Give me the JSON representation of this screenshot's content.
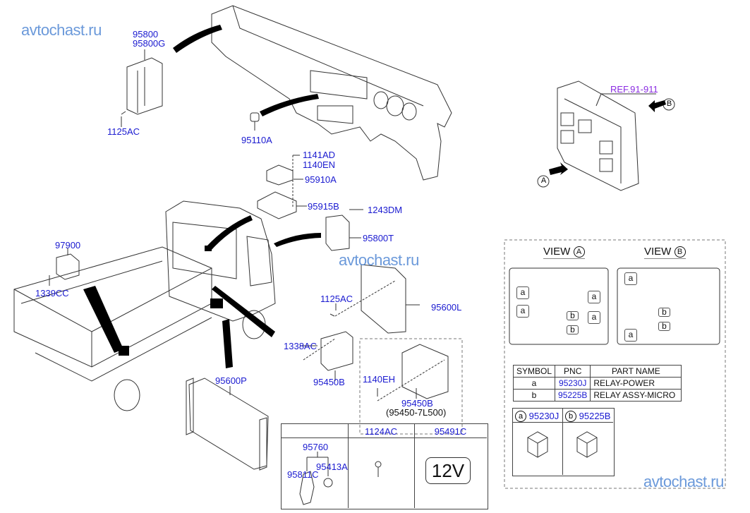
{
  "watermarks": [
    "avtochast.ru",
    "avtochast.ru",
    "avtochast.ru"
  ],
  "labels": {
    "bcm": "95800",
    "bcm_alt": "95800G",
    "bolt_bcm": "1125AC",
    "switch": "95110A",
    "bolt_a": "1141AD",
    "bolt_b": "1140EN",
    "module": "95910A",
    "bracket": "95915B",
    "screw": "1243DM",
    "sensor": "95800T",
    "buzzer": "97900",
    "nut_buzzer": "1339CC",
    "bolt_bracket": "1125AC",
    "bracket_large": "95600L",
    "nut_ecu": "1338AC",
    "ecu": "95450B",
    "bolt_ecu_alt": "1140EH",
    "ecu_alt": "95450B",
    "ecu_alt_pn": "(95450-7L500)",
    "bracket_panel": "95600P"
  },
  "junction_box": {
    "ref": "REF.91-911",
    "view_a_marker": "A",
    "view_b_marker": "B"
  },
  "views": {
    "view_a_title": "VIEW",
    "view_a_symbol": "A",
    "view_b_title": "VIEW",
    "view_b_symbol": "B",
    "slot_a": "a",
    "slot_b": "b"
  },
  "parts_table": {
    "headers": [
      "SYMBOL",
      "PNC",
      "PART NAME"
    ],
    "rows": [
      {
        "symbol": "a",
        "pnc": "95230J",
        "name": "RELAY-POWER"
      },
      {
        "symbol": "b",
        "pnc": "95225B",
        "name": "RELAY ASSY-MICRO"
      }
    ]
  },
  "relays": [
    {
      "symbol": "a",
      "pnc": "95230J"
    },
    {
      "symbol": "b",
      "pnc": "95225B"
    }
  ],
  "bottom_table": {
    "headers": [
      "",
      "1124AC",
      "95491C"
    ],
    "key_set": "95760",
    "key_fob": "95811C",
    "key_ring": "95413A",
    "voltage_label": "12V"
  }
}
